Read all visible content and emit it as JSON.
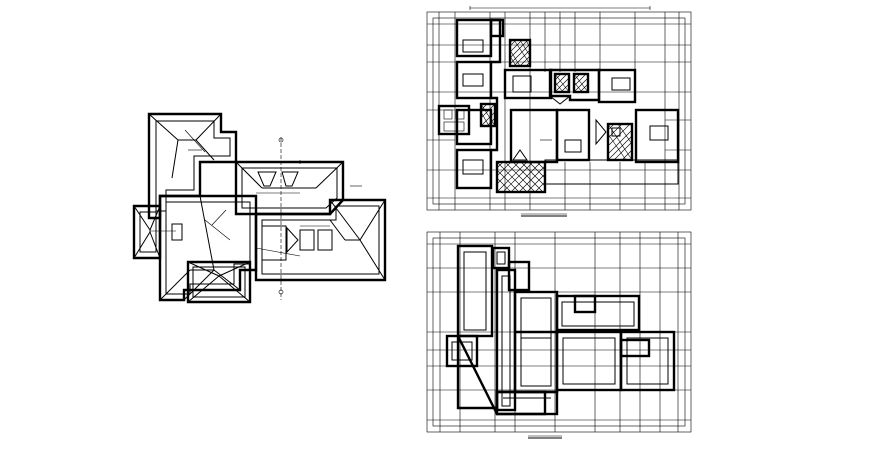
{
  "drawing": {
    "views": [
      {
        "id": "roof-plan",
        "caption": ""
      },
      {
        "id": "floor-plan",
        "caption": ""
      },
      {
        "id": "foundation-plan",
        "caption": ""
      }
    ]
  }
}
